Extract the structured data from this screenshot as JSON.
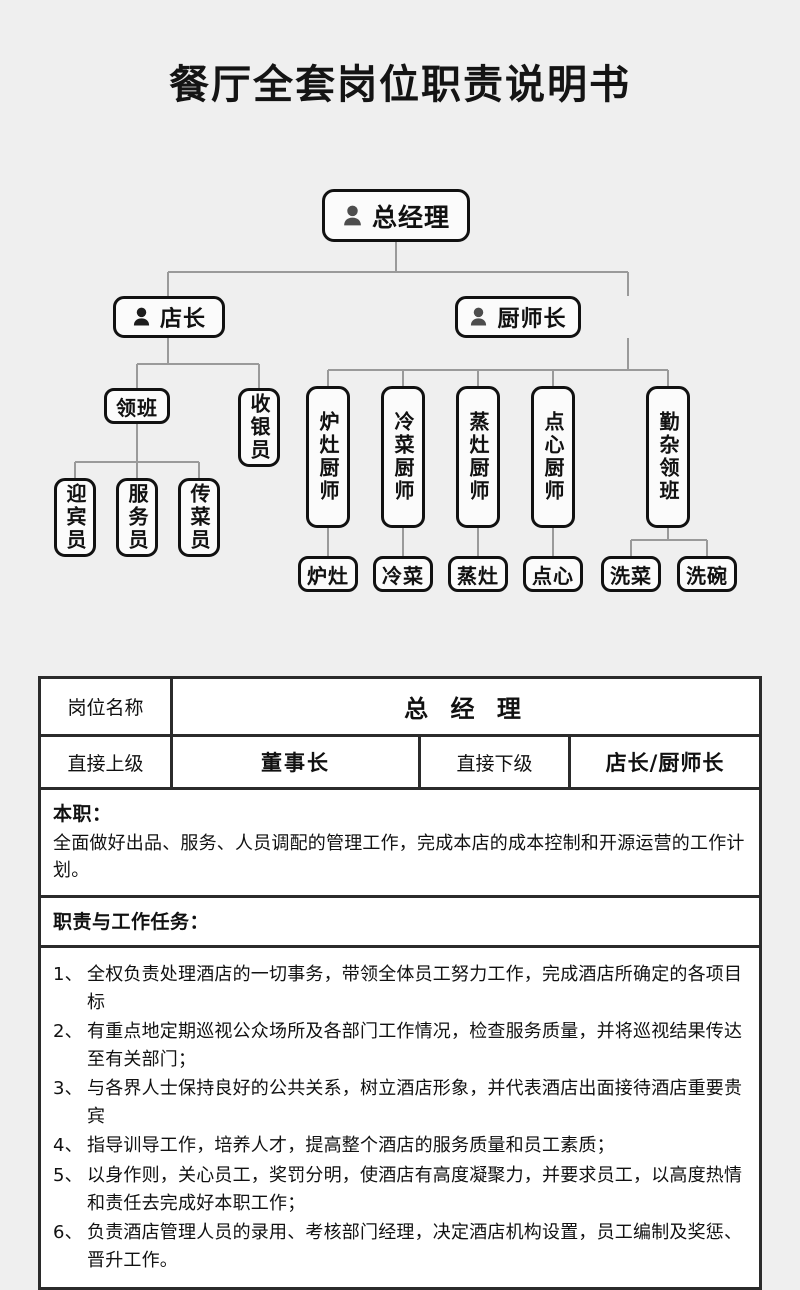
{
  "page": {
    "title": "餐厅全套岗位职责说明书",
    "background_color": "#efefef",
    "text_color": "#111111",
    "connector_color": "#9a9a9a",
    "node_border_color": "#111111",
    "table_border_color": "#2b2b2b"
  },
  "org_chart": {
    "icon_name": "person-icon",
    "nodes": {
      "general_manager": "总经理",
      "store_manager": "店长",
      "head_chef": "厨师长",
      "foreman": "领班",
      "cashier": "收银员",
      "greeter": "迎宾员",
      "waiter": "服务员",
      "food_runner": "传菜员",
      "stove_chef": "炉灶厨师",
      "cold_dish_chef": "冷菜厨师",
      "steam_chef": "蒸灶厨师",
      "dimsum_chef": "点心厨师",
      "odd_jobs_foreman": "勤杂领班",
      "stove": "炉灶",
      "cold_dish": "冷菜",
      "steam": "蒸灶",
      "dimsum": "点心",
      "wash_veg": "洗菜",
      "wash_dish": "洗碗"
    }
  },
  "job_table": {
    "row_position": {
      "label": "岗位名称",
      "value": "总 经 理"
    },
    "row_relations": {
      "superior_label": "直接上级",
      "superior_value": "董事长",
      "subordinate_label": "直接下级",
      "subordinate_value": "店长/厨师长"
    },
    "main_duty": {
      "heading": "本职：",
      "body": "全面做好出品、服务、人员调配的管理工作，完成本店的成本控制和开源运营的工作计划。"
    },
    "responsibilities": {
      "heading": "职责与工作任务：",
      "items": [
        {
          "num": "1、",
          "text": "全权负责处理酒店的一切事务，带领全体员工努力工作，完成酒店所确定的各项目标"
        },
        {
          "num": "2、",
          "text": "有重点地定期巡视公众场所及各部门工作情况，检查服务质量，并将巡视结果传达至有关部门；"
        },
        {
          "num": "3、",
          "text": "与各界人士保持良好的公共关系，树立酒店形象，并代表酒店出面接待酒店重要贵宾"
        },
        {
          "num": "4、",
          "text": "指导训导工作，培养人才，提高整个酒店的服务质量和员工素质；"
        },
        {
          "num": "5、",
          "text": "以身作则，关心员工，奖罚分明，使酒店有高度凝聚力，并要求员工，以高度热情和责任去完成好本职工作；"
        },
        {
          "num": "6、",
          "text": "负责酒店管理人员的录用、考核部门经理，决定酒店机构设置，员工编制及奖惩、晋升工作。"
        }
      ]
    }
  }
}
